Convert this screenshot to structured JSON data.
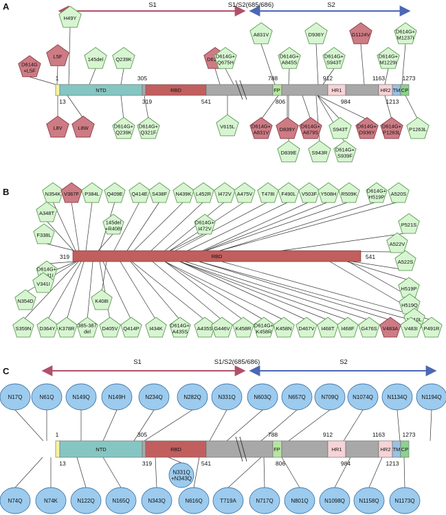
{
  "colors": {
    "green_fill": "#d7f5d1",
    "green_stroke": "#5f9b55",
    "red_fill": "#cd7b84",
    "red_stroke": "#8d3d49",
    "blue_fill": "#9ccbee",
    "blue_stroke": "#4477aa",
    "s1_arrow": "#b0506a",
    "s2_arrow": "#4c67b5",
    "ntd": "#86c6c2",
    "rbd": "#c15e5e",
    "gray": "#a8a8a8",
    "fp": "#b6e5a2",
    "hr": "#f6d3d6",
    "tm": "#9bc0e2",
    "cp": "#8ed18f",
    "sp": "#f7f3a2"
  },
  "panels": [
    {
      "id": "A",
      "label": "A"
    },
    {
      "id": "B",
      "label": "B"
    },
    {
      "id": "C",
      "label": "C"
    }
  ],
  "arrows": {
    "s1": "S1",
    "split": "S1/S2(685/686)",
    "s2": "S2"
  },
  "domains": {
    "ntd": "NTD",
    "rbd": "RBD",
    "fp": "FP",
    "hr1": "HR1",
    "hr2": "HR2",
    "tm": "TM",
    "cp": "CP"
  },
  "panel_a": {
    "positions": [
      "1",
      "13",
      "305",
      "319",
      "541",
      "788",
      "806",
      "912",
      "984",
      "1163",
      "1213",
      "1273"
    ],
    "top": [
      {
        "text": "D614G\n+L5F",
        "color": "red"
      },
      {
        "text": "L5F",
        "color": "red"
      },
      {
        "text": "H49Y",
        "color": "green"
      },
      {
        "text": "145del",
        "color": "green"
      },
      {
        "text": "Q239K",
        "color": "green"
      },
      {
        "text": "D614G",
        "color": "red"
      },
      {
        "text": "D614G+\nQ675H",
        "color": "green"
      },
      {
        "text": "A831V",
        "color": "green"
      },
      {
        "text": "D614G+\nA845S",
        "color": "green"
      },
      {
        "text": "D936Y",
        "color": "green"
      },
      {
        "text": "D614G+\nS943T",
        "color": "green"
      },
      {
        "text": "G1124V",
        "color": "red"
      },
      {
        "text": "D614G+\nM1229I",
        "color": "green"
      },
      {
        "text": "D614G+\nM1237I",
        "color": "green"
      }
    ],
    "bottom": [
      {
        "text": "L8V",
        "color": "red"
      },
      {
        "text": "L8W",
        "color": "red"
      },
      {
        "text": "D614G+\nQ239K",
        "color": "green"
      },
      {
        "text": "D614G+\nQ321F",
        "color": "green"
      },
      {
        "text": "V615L",
        "color": "green"
      },
      {
        "text": "D614G+\nA831V",
        "color": "red"
      },
      {
        "text": "D839Y",
        "color": "red"
      },
      {
        "text": "D839E",
        "color": "green"
      },
      {
        "text": "D614G+\nA879S",
        "color": "red"
      },
      {
        "text": "S943R",
        "color": "green"
      },
      {
        "text": "S943T",
        "color": "green"
      },
      {
        "text": "D614G+\nS939F",
        "color": "green"
      },
      {
        "text": "D614G+\nD936Y",
        "color": "red"
      },
      {
        "text": "D614G+\nP1263L",
        "color": "red"
      },
      {
        "text": "P1263L",
        "color": "green"
      }
    ]
  },
  "panel_b": {
    "positions": [
      "319",
      "541"
    ],
    "top": [
      {
        "text": "N354K",
        "color": "green"
      },
      {
        "text": "V367F",
        "color": "red"
      },
      {
        "text": "P384L",
        "color": "green"
      },
      {
        "text": "Q409E",
        "color": "green"
      },
      {
        "text": "Q414E",
        "color": "green"
      },
      {
        "text": "S438F",
        "color": "green"
      },
      {
        "text": "N439K",
        "color": "green"
      },
      {
        "text": "L452R",
        "color": "green"
      },
      {
        "text": "I472V",
        "color": "green"
      },
      {
        "text": "A475V",
        "color": "green"
      },
      {
        "text": "T478I",
        "color": "green"
      },
      {
        "text": "F490L",
        "color": "green"
      },
      {
        "text": "V503F",
        "color": "green"
      },
      {
        "text": "Y508H",
        "color": "green"
      },
      {
        "text": "R509K",
        "color": "green"
      },
      {
        "text": "D614G+\nH519P",
        "color": "green"
      },
      {
        "text": "A520S",
        "color": "green"
      },
      {
        "text": "P521S",
        "color": "green"
      },
      {
        "text": "A522V",
        "color": "green"
      },
      {
        "text": "A522S",
        "color": "green"
      },
      {
        "text": "A348T",
        "color": "green"
      },
      {
        "text": "F338L",
        "color": "green"
      },
      {
        "text": "145del\n+R408I",
        "color": "green"
      },
      {
        "text": "D614G+\nI472V",
        "color": "green"
      }
    ],
    "bottom": [
      {
        "text": "D614G+\nV341I",
        "color": "green"
      },
      {
        "text": "V341I",
        "color": "green"
      },
      {
        "text": "N354D",
        "color": "green"
      },
      {
        "text": "K408I",
        "color": "green"
      },
      {
        "text": "H519P",
        "color": "green"
      },
      {
        "text": "H519Q",
        "color": "green"
      },
      {
        "text": "V510L",
        "color": "green"
      },
      {
        "text": "S359N",
        "color": "green"
      },
      {
        "text": "D364Y",
        "color": "green"
      },
      {
        "text": "K378R",
        "color": "green"
      },
      {
        "text": "385-387\ndel",
        "color": "green"
      },
      {
        "text": "D405V",
        "color": "green"
      },
      {
        "text": "Q414P",
        "color": "green"
      },
      {
        "text": "I434K",
        "color": "green"
      },
      {
        "text": "D614G+\nA435S",
        "color": "green"
      },
      {
        "text": "A435S",
        "color": "green"
      },
      {
        "text": "G446V",
        "color": "green"
      },
      {
        "text": "K458R",
        "color": "green"
      },
      {
        "text": "D614G+\nK458R",
        "color": "green"
      },
      {
        "text": "K458N",
        "color": "green"
      },
      {
        "text": "D467V",
        "color": "green"
      },
      {
        "text": "I468T",
        "color": "green"
      },
      {
        "text": "I468F",
        "color": "green"
      },
      {
        "text": "G476S",
        "color": "green"
      },
      {
        "text": "V483A",
        "color": "red"
      },
      {
        "text": "V483I",
        "color": "green"
      },
      {
        "text": "P491R",
        "color": "green"
      }
    ]
  },
  "panel_c": {
    "positions": [
      "1",
      "13",
      "305",
      "319",
      "541",
      "788",
      "806",
      "912",
      "984",
      "1163",
      "1213",
      "1273"
    ],
    "top": [
      "N17Q",
      "N61Q",
      "N149Q",
      "N149H",
      "N234Q",
      "N282Q",
      "N331Q",
      "N603Q",
      "N657Q",
      "N709Q",
      "N1074Q",
      "N1134Q",
      "N1194Q"
    ],
    "bottom": [
      "N74Q",
      "N74K",
      "N122Q",
      "N165Q",
      "N343Q",
      "N616Q",
      "T719A",
      "N717Q",
      "N801Q",
      "N1098Q",
      "N1158Q",
      "N1173Q"
    ],
    "mid": "N331Q\n+N343Q"
  }
}
